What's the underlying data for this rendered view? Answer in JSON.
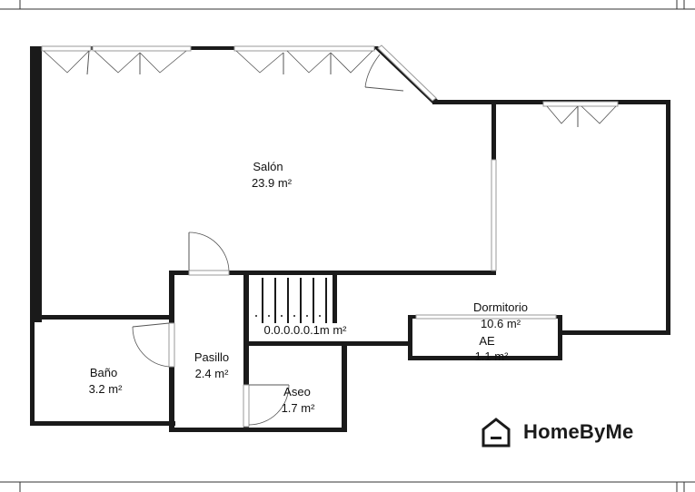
{
  "rooms": {
    "salon": {
      "name": "Salón",
      "area": "23.9 m²"
    },
    "dormitorio": {
      "name": "Dormitorio",
      "area": "10.6 m²"
    },
    "ae": {
      "name": "AE",
      "area": "1.1 m²"
    },
    "pasillo": {
      "name": "Pasillo",
      "area": "2.4 m²"
    },
    "bano": {
      "name": "Baño",
      "area": "3.2 m²"
    },
    "aseo": {
      "name": "Aseo",
      "area": "1.7 m²"
    },
    "stairs": {
      "label": "0.0.0.0.0.1m m²"
    }
  },
  "brand": {
    "name": "HomeByMe",
    "icon": "house-icon"
  }
}
